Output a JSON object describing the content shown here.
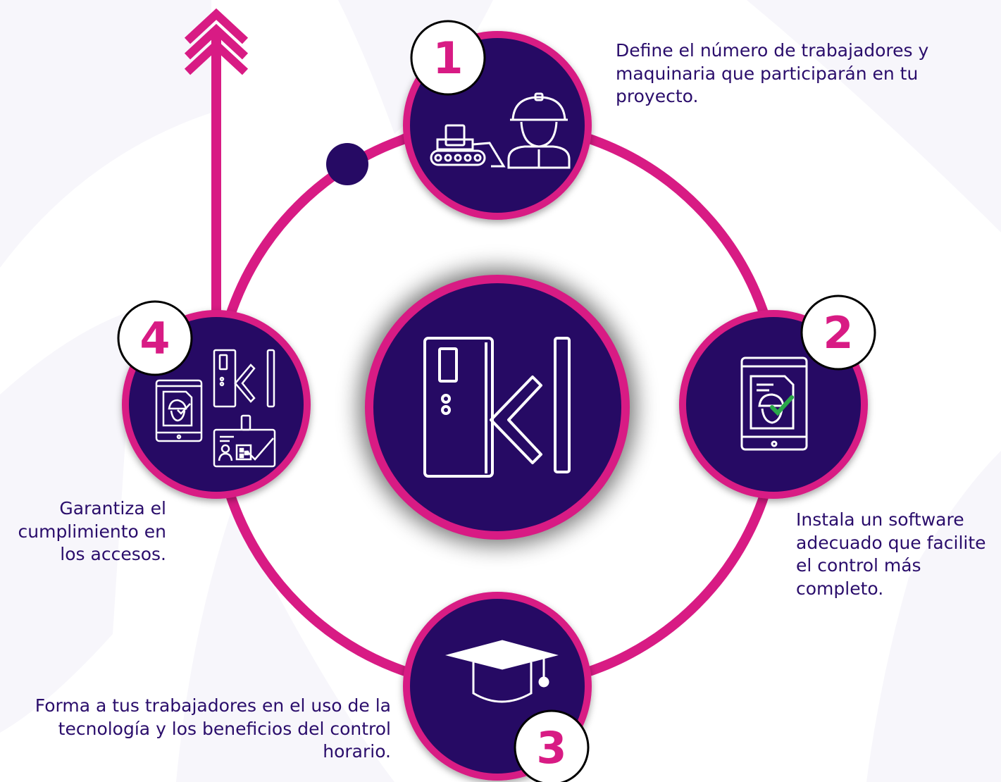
{
  "colors": {
    "navy": "#260a64",
    "magenta": "#d81b84",
    "text": "#2a0d6b",
    "background_shapes": "#f7f6fb",
    "check_green": "#2aa84a"
  },
  "steps": [
    {
      "number": "1",
      "text": "Define el número de trabajadores y maquinaria que participarán en tu proyecto.",
      "icons": [
        "bulldozer-icon",
        "construction-worker-icon"
      ]
    },
    {
      "number": "2",
      "text": "Instala un software adecuado que facilite el control más completo.",
      "icons": [
        "tablet-document-check-icon"
      ]
    },
    {
      "number": "3",
      "text": "Forma a tus trabajadores en el uso de la tecnología y los beneficios del control horario.",
      "icons": [
        "graduation-cap-icon"
      ]
    },
    {
      "number": "4",
      "text": "Garantiza el cumplimiento en los accesos.",
      "icons": [
        "access-turnstile-icon",
        "tablet-document-check-icon",
        "id-badge-qr-icon"
      ]
    }
  ],
  "center_icon": "access-turnstile-icon",
  "flow_end_icon": "up-arrow-icon"
}
